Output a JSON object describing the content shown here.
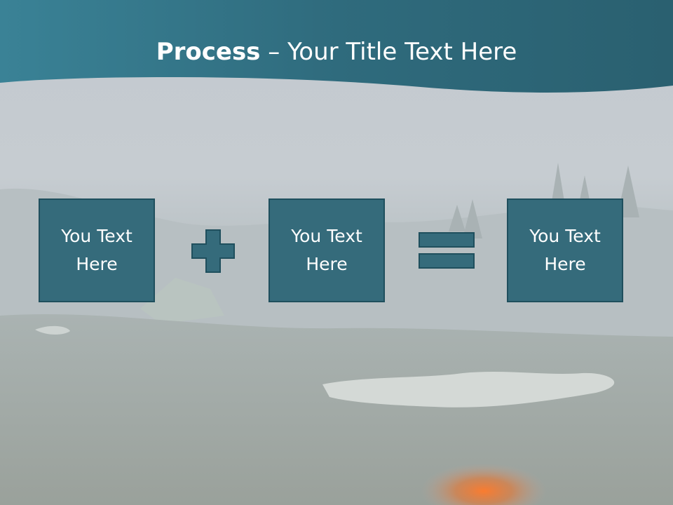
{
  "slide": {
    "title_bold": "Process",
    "title_rest": " – Your Title Text Here"
  },
  "process": [
    {
      "text": "You Text Here"
    },
    {
      "operator": "plus"
    },
    {
      "text": "You Text Here"
    },
    {
      "operator": "equals"
    },
    {
      "text": "You Text Here"
    }
  ],
  "icons": {
    "plus": "plus-icon",
    "equals": "equals-icon"
  },
  "colors": {
    "header": "#2f6b7d",
    "box_fill": "#356b7b",
    "box_border": "#1f4f5d",
    "text": "#ffffff"
  }
}
